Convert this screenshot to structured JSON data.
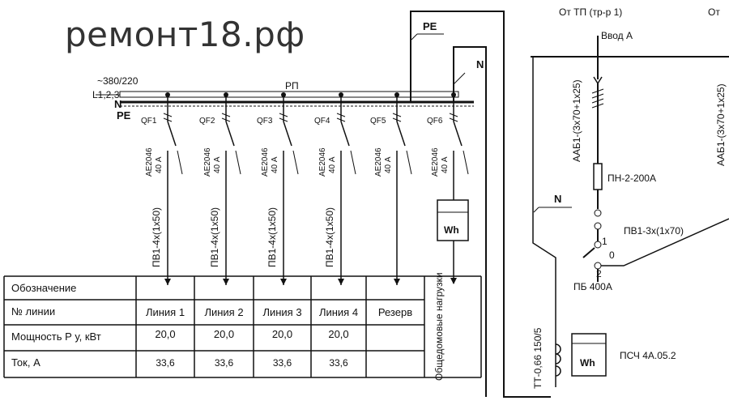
{
  "site_title": "ремонт18.рф",
  "labels": {
    "voltage": "~380/220",
    "phases": "L1,2,3",
    "n_bus": "N",
    "pe_bus": "PE",
    "rp": "РП",
    "pe_top": "PE",
    "n_top": "N",
    "n_right": "N",
    "from_tp1": "От ТП (тр-р 1)",
    "from_tp2": "От",
    "input_a": "Ввод А",
    "cable_a": "ААБ1-(3х70+1х25)",
    "cable_b": "ААБ1-(3х70+1х25)",
    "fuse": "ПН-2-200А",
    "wire_pv": "ПВ1-3х(1х70)",
    "switch_pos_1": "1",
    "switch_pos_0": "0",
    "switch_pos_2": "2",
    "switch": "ПБ 400А",
    "ct": "ТТ-0,66 150/5",
    "meter_main": "Wh",
    "meter_main_name": "ПСЧ 4А.05.2",
    "meter_common": "Wh",
    "common_loads": "Общедомовые нагрузки"
  },
  "breakers": [
    {
      "name": "QF1",
      "type": "АЕ2046",
      "current": "40 А",
      "cable": "ПВ1-4х(1х50)"
    },
    {
      "name": "QF2",
      "type": "АЕ2046",
      "current": "40 А",
      "cable": "ПВ1-4х(1х50)"
    },
    {
      "name": "QF3",
      "type": "АЕ2046",
      "current": "40 А",
      "cable": "ПВ1-4х(1х50)"
    },
    {
      "name": "QF4",
      "type": "АЕ2046",
      "current": "40 А",
      "cable": "ПВ1-4х(1х50)"
    },
    {
      "name": "QF5",
      "type": "АЕ2046",
      "current": "40 А",
      "cable": ""
    },
    {
      "name": "QF6",
      "type": "АЕ2046",
      "current": "40 А",
      "cable": ""
    }
  ],
  "table": {
    "row_headers": [
      "Обозначение",
      "№ линии",
      "Мощность Р у, кВт",
      "Ток, А"
    ],
    "lines": [
      "Линия 1",
      "Линия 2",
      "Линия 3",
      "Линия 4",
      "Резерв"
    ],
    "power": [
      "20,0",
      "20,0",
      "20,0",
      "20,0",
      ""
    ],
    "current": [
      "33,6",
      "33,6",
      "33,6",
      "33,6",
      ""
    ]
  }
}
